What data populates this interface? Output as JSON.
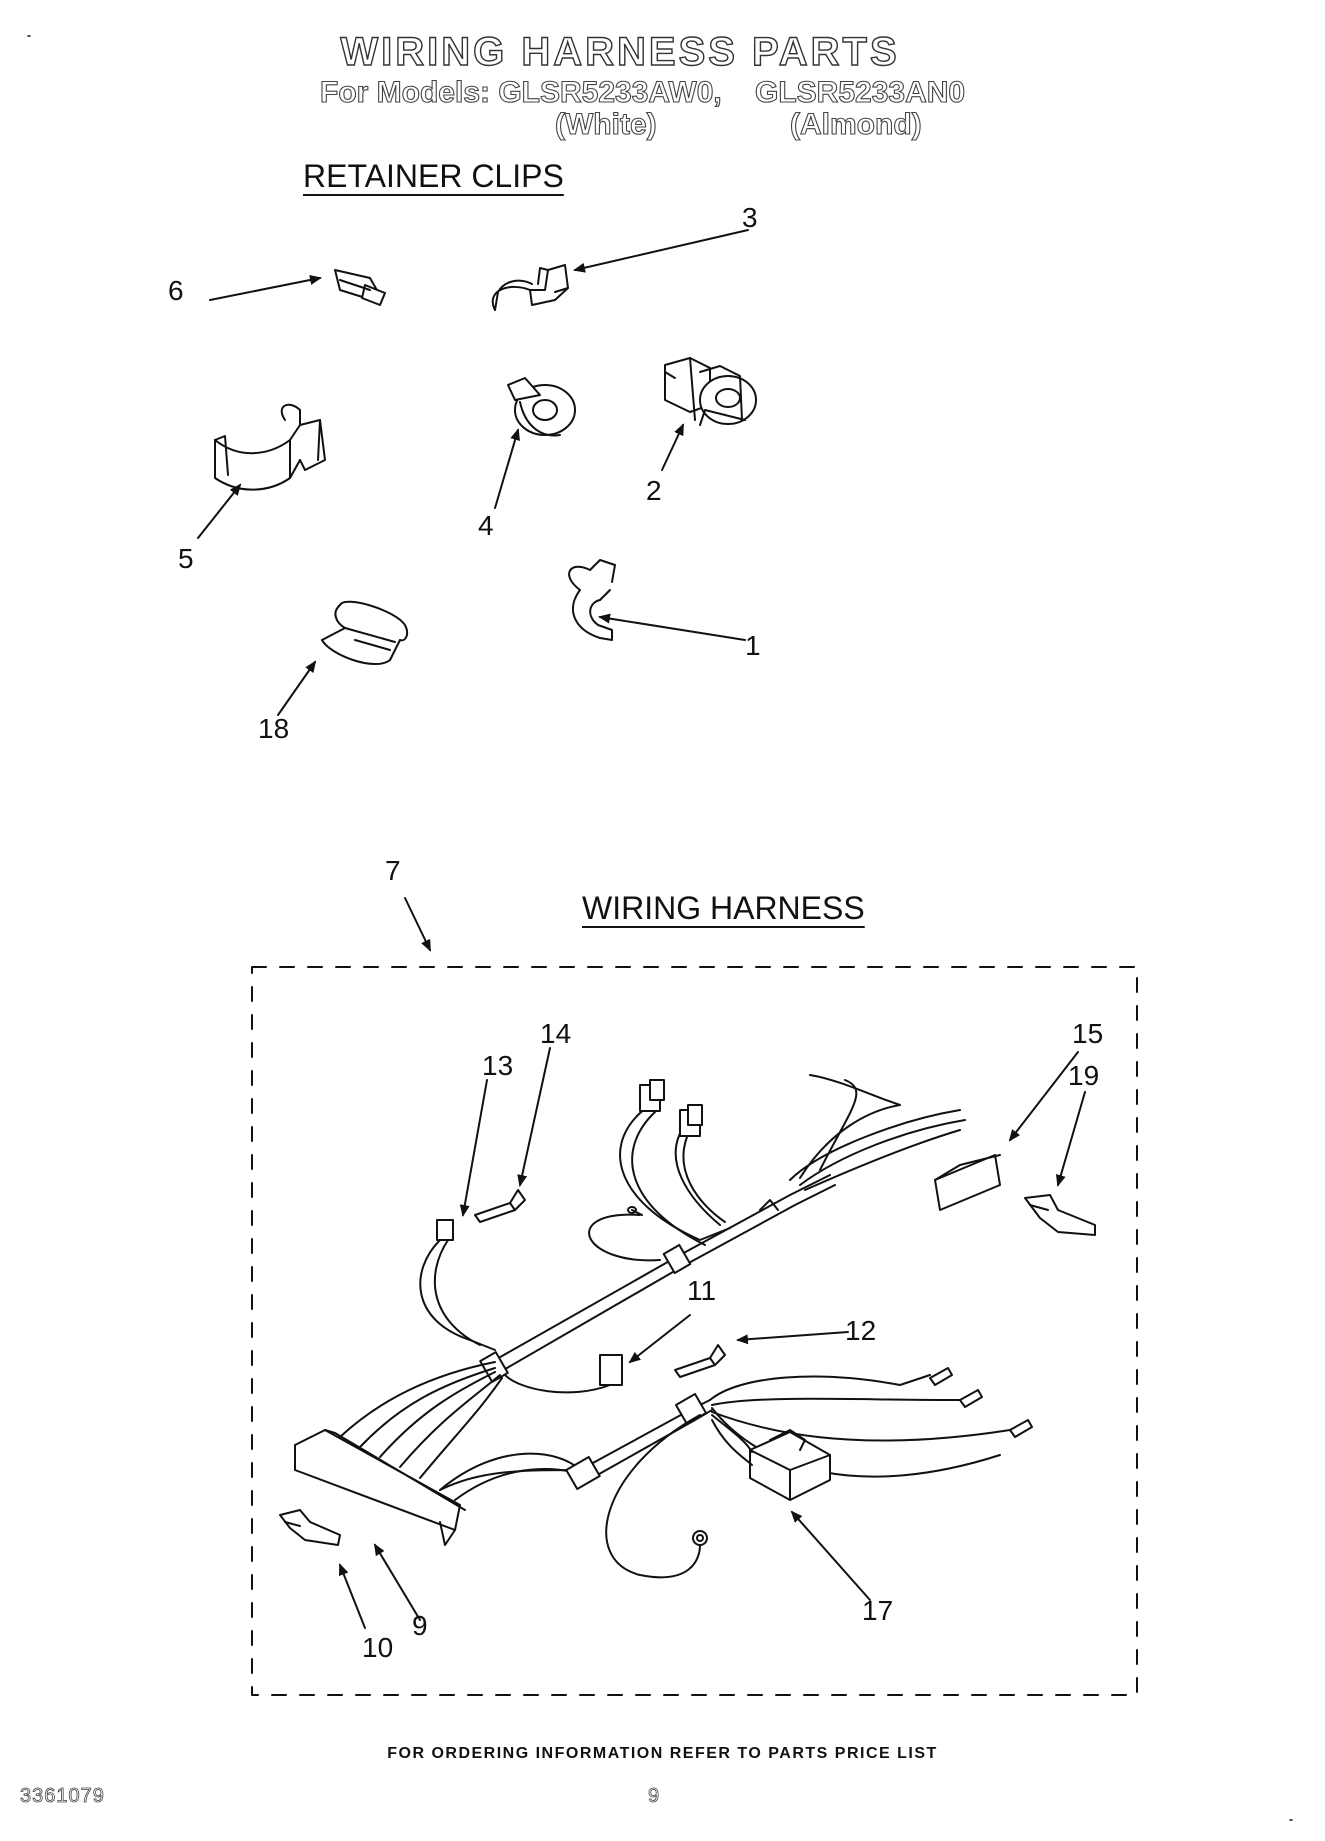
{
  "header": {
    "title": "WIRING HARNESS PARTS",
    "models_line": "For Models: GLSR5233AW0,",
    "model_2": "GLSR5233AN0",
    "variant_1": "(White)",
    "variant_2": "(Almond)"
  },
  "sections": {
    "retainer_clips": "RETAINER CLIPS",
    "wiring_harness": "WIRING HARNESS"
  },
  "callouts": {
    "c1": "1",
    "c2": "2",
    "c3": "3",
    "c4": "4",
    "c5": "5",
    "c6": "6",
    "c7": "7",
    "c9": "9",
    "c10": "10",
    "c11": "11",
    "c12": "12",
    "c13": "13",
    "c14": "14",
    "c15": "15",
    "c17": "17",
    "c18": "18",
    "c19": "19"
  },
  "footer": {
    "ordering_note": "FOR ORDERING INFORMATION REFER TO PARTS PRICE LIST",
    "doc_number": "3361079",
    "page_number": "9"
  }
}
